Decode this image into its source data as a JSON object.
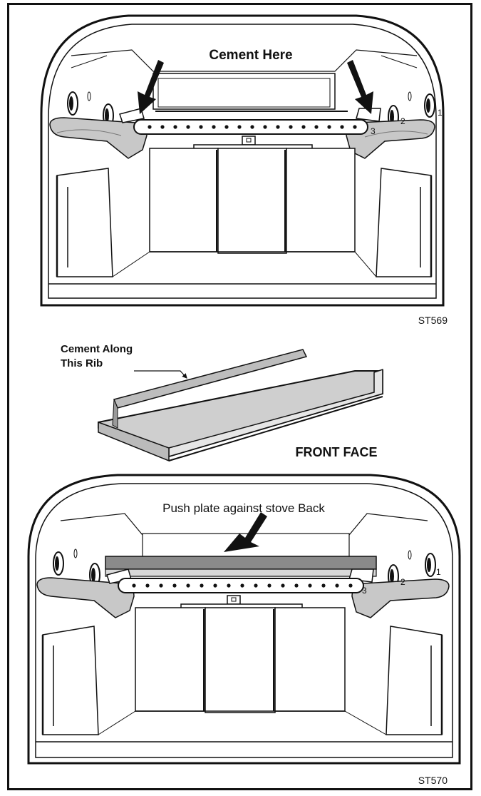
{
  "colors": {
    "ink": "#111111",
    "panel_fill": "#ffffff",
    "shade": "#c8c8c8",
    "plate": "#8a8a8a",
    "baffle": "#cfcfcf"
  },
  "top_figure": {
    "callout": "Cement Here",
    "figure_id": "ST569",
    "numbers": [
      "1",
      "2",
      "3"
    ]
  },
  "middle_figure": {
    "callout_line1": "Cement Along",
    "callout_line2": "This Rib",
    "front_label": "FRONT FACE"
  },
  "bottom_figure": {
    "callout": "Push plate against stove Back",
    "figure_id": "ST570",
    "numbers": [
      "1",
      "2",
      "3"
    ]
  }
}
